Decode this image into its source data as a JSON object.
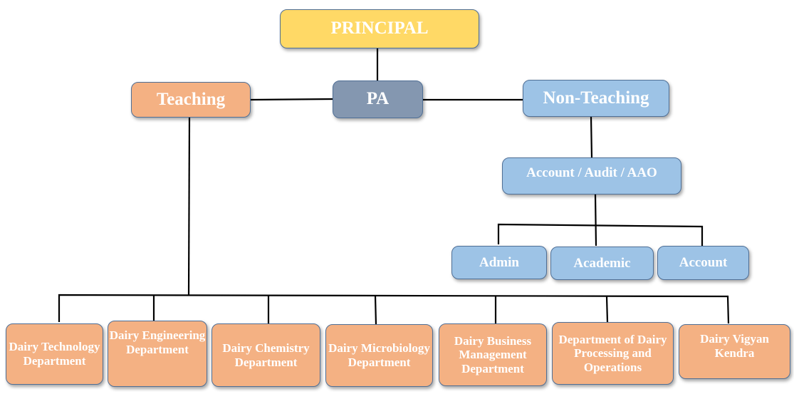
{
  "diagram": {
    "type": "organization-chart",
    "colors": {
      "principal": "#ffd966",
      "pa": "#8497b0",
      "teaching": "#f4b183",
      "non_teaching": "#9dc3e6",
      "border": "#4f6f96",
      "connector": "#000000",
      "text": "#ffffff"
    },
    "principal": {
      "label": "PRINCIPAL"
    },
    "pa": {
      "label": "PA"
    },
    "teaching": {
      "label": "Teaching",
      "departments": [
        {
          "label": "Dairy Technology Department"
        },
        {
          "label": "Dairy Engineering Department"
        },
        {
          "label": "Dairy Chemistry Department"
        },
        {
          "label": "Dairy Microbiology Department"
        },
        {
          "label": "Dairy Business Management Department"
        },
        {
          "label": "Department of Dairy Processing and Operations"
        },
        {
          "label": "Dairy Vigyan Kendra"
        }
      ]
    },
    "non_teaching": {
      "label": "Non-Teaching",
      "account_audit": {
        "label": "Account / Audit / AAO",
        "sections": [
          {
            "label": "Admin"
          },
          {
            "label": "Academic"
          },
          {
            "label": "Account"
          }
        ]
      }
    }
  }
}
